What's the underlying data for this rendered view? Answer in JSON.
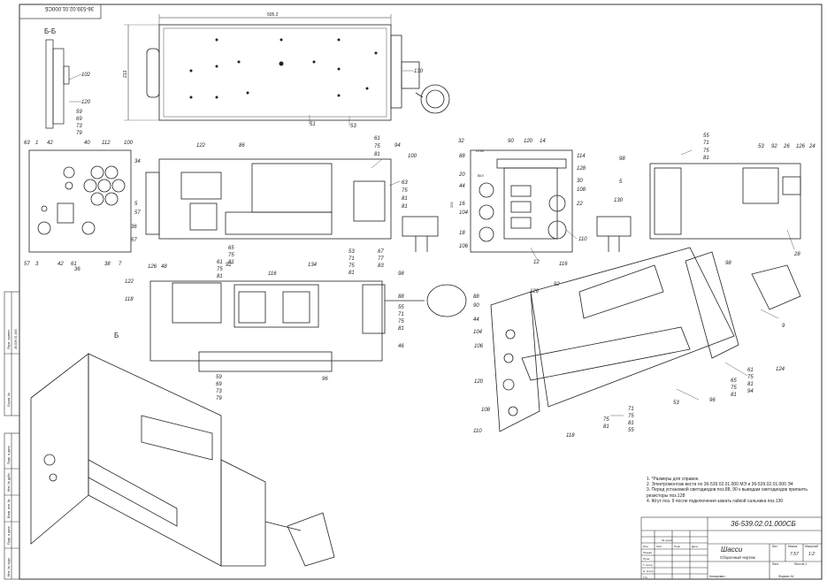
{
  "header": {
    "stamp_top_left": "36-539.02.01.000СБ"
  },
  "section": {
    "title": "Б-Б",
    "view_mark": "Б"
  },
  "dimensions": {
    "width": "505.2",
    "height": "213",
    "depth": "202"
  },
  "indicator_labels": {
    "top_panel": "ОТКЛ",
    "top_button": "ВКЛ"
  },
  "callouts": [
    "102",
    "120",
    "59",
    "69",
    "73",
    "79",
    "130",
    "51",
    "53",
    "63",
    "1",
    "42",
    "40",
    "112",
    "100",
    "34",
    "5",
    "57",
    "36",
    "57",
    "7",
    "38",
    "61",
    "42",
    "36",
    "3",
    "57",
    "122",
    "86",
    "61",
    "75",
    "81",
    "94",
    "100",
    "63",
    "75",
    "81",
    "81",
    "65",
    "75",
    "81",
    "53",
    "71",
    "75",
    "81",
    "67",
    "77",
    "83",
    "32",
    "90",
    "120",
    "14",
    "88",
    "20",
    "44",
    "16",
    "104",
    "18",
    "106",
    "114",
    "128",
    "30",
    "108",
    "22",
    "110",
    "12",
    "55",
    "71",
    "75",
    "81",
    "98",
    "5",
    "130",
    "53",
    "92",
    "26",
    "126",
    "24",
    "28",
    "126",
    "48",
    "122",
    "118",
    "61",
    "75",
    "81",
    "92",
    "134",
    "116",
    "98",
    "88",
    "55",
    "71",
    "75",
    "81",
    "46",
    "96",
    "59",
    "69",
    "73",
    "79",
    "88",
    "90",
    "44",
    "104",
    "126",
    "92",
    "116",
    "98",
    "9",
    "106",
    "120",
    "108",
    "110",
    "118",
    "65",
    "75",
    "81",
    "61",
    "75",
    "81",
    "94",
    "124",
    "96",
    "53",
    "71",
    "75",
    "81",
    "55",
    "75",
    "81"
  ],
  "notes": [
    "1.   *Размеры для справок.",
    "2.   Электромонтаж вести по        36-539.02.01.000 МЭ и        36-539.02.01.000 Э4",
    "3.   Перед установкой светодиодов поз.88, 90 к выводам светодиодов припаять",
    "      резисторы поз.128",
    "4.   Жгут поз. 9 после подключения зажать гайкой сальника поз.130"
  ],
  "title_block": {
    "designation": "36-539.02.01.000СБ",
    "name": "Шасси",
    "doc_type": "Сборочный чертеж",
    "col_lit": "Лит.",
    "col_mass": "Масса",
    "col_scale": "Масштаб",
    "mass": "7.57",
    "scale": "1:2",
    "sheet": "Лист",
    "sheets": "Листов 1",
    "format": "Формат  А1",
    "copied": "Копировал",
    "change_cols": [
      "Изм",
      "Лист",
      "№ докум.",
      "Подп.",
      "Дата"
    ],
    "roles": [
      "Разраб.",
      "Пров.",
      "Т. контр.",
      "Н. контр.",
      "Утв."
    ]
  },
  "left_margin": {
    "labels": [
      "Перв. примен.",
      "36-539.01.000",
      "Справ. №",
      "Подп. и дата",
      "Инв. № дубл.",
      "Взам. инв. №",
      "Подп. и дата",
      "Инв. № подл."
    ]
  }
}
